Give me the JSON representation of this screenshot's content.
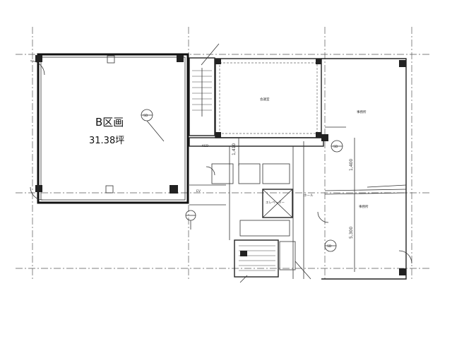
{
  "zone": {
    "name": "B区画",
    "area": "31.38坪"
  },
  "dimensions": {
    "d1": "1,410",
    "d2": "1,400",
    "d3": "5,300"
  },
  "room_tags": {
    "ev_hall": "EV",
    "elevator": "エレベーター",
    "sd_left": "SD",
    "sd_right": "SD",
    "sd_bottom": "SD",
    "hall": "ホール",
    "ksd": "KSD"
  }
}
